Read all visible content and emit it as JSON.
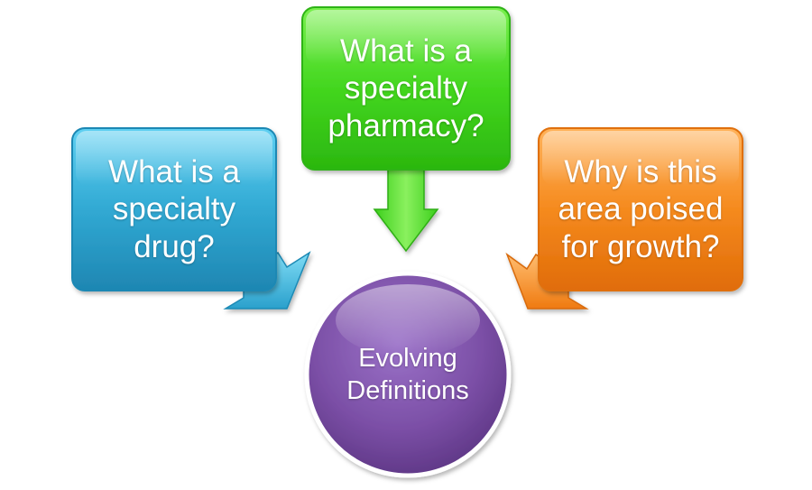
{
  "diagram": {
    "nodes": {
      "left": {
        "text": "What is a\nspecialty\ndrug?",
        "color": "#2aa0cc"
      },
      "top": {
        "text": "What is a\nspecialty\npharmacy?",
        "color": "#39d21a"
      },
      "right": {
        "text": "Why is this\narea poised\nfor growth?",
        "color": "#f27e12"
      },
      "center": {
        "text": "Evolving\nDefinitions",
        "color": "#7a4fa3"
      }
    },
    "edges": [
      {
        "from": "left",
        "to": "center"
      },
      {
        "from": "top",
        "to": "center"
      },
      {
        "from": "right",
        "to": "center"
      }
    ]
  }
}
